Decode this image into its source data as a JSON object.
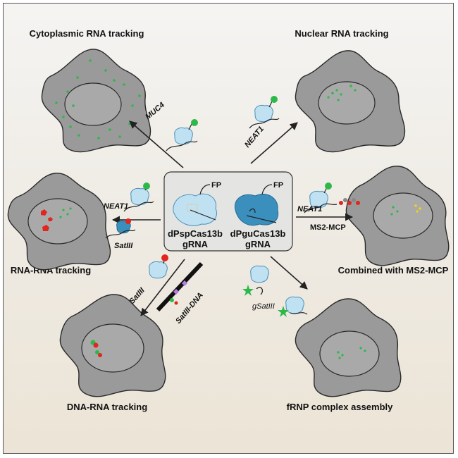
{
  "labels": {
    "top_left": "Cytoplasmic RNA tracking",
    "top_right": "Nuclear RNA tracking",
    "mid_left": "RNA-RNA tracking",
    "mid_right": "Combined with MS2-MCP",
    "bottom_left": "DNA-RNA tracking",
    "bottom_right": "fRNP complex assembly"
  },
  "center": {
    "left_fp": "FP",
    "left_name": "dPspCas13b",
    "left_grna": "gRNA",
    "right_fp": "FP",
    "right_name": "dPguCas13b",
    "right_grna": "gRNA"
  },
  "targets": {
    "muc4": "MUC4",
    "neat1_top": "NEAT1",
    "neat1_left": "NEAT1",
    "satiii_left": "SatIII",
    "neat1_right": "NEAT1",
    "ms2_mcp": "MS2-MCP",
    "satiii_bottom": "SatIII",
    "satiii_dna": "SatIII-DNA",
    "gsatiii": "gSatIII"
  },
  "colors": {
    "green": "#2db84a",
    "red": "#e0261e",
    "yellow": "#f2d21a",
    "cas13_light": "#bfe1f2",
    "cas13_dark": "#3a8fbd"
  }
}
